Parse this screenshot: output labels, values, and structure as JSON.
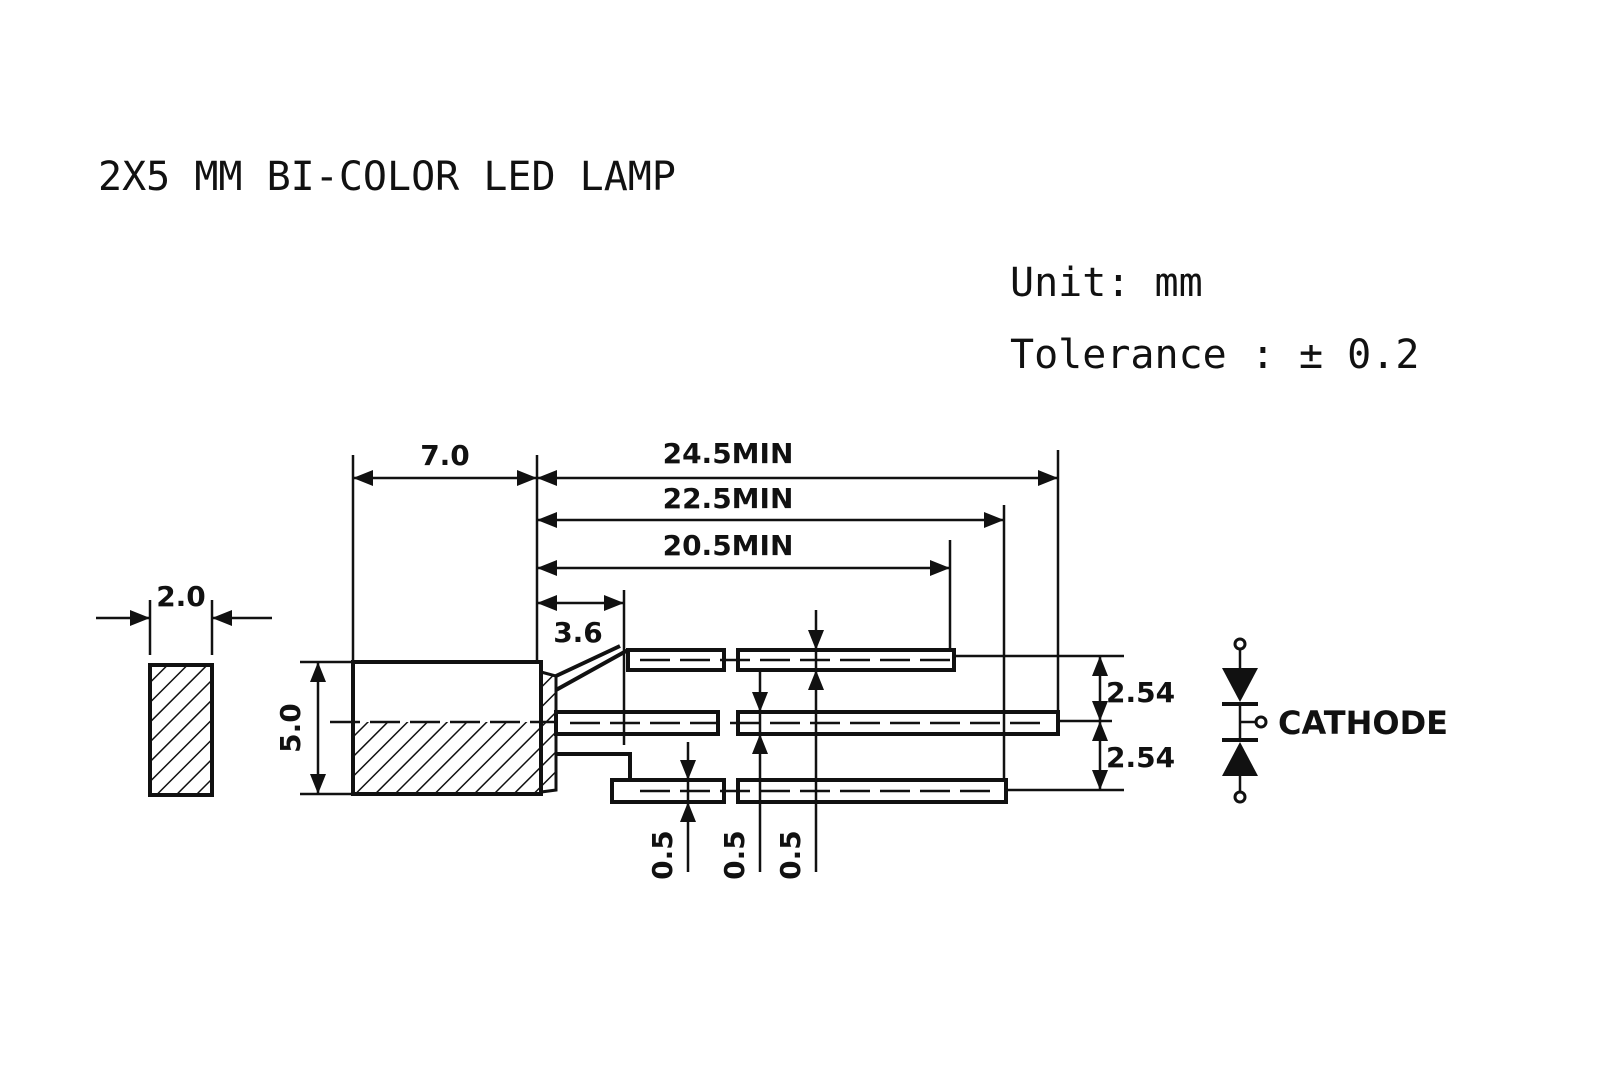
{
  "title": "2X5 MM  BI-COLOR LED LAMP",
  "notes": {
    "unit": "Unit:  mm",
    "tolerance": "Tolerance : ± 0.2"
  },
  "dimensions": {
    "side_width": "2.0",
    "body_height": "5.0",
    "body_length": "7.0",
    "lead_long": "24.5MIN",
    "lead_mid": "22.5MIN",
    "lead_short": "20.5MIN",
    "bend": "3.6",
    "pitch_top": "2.54",
    "pitch_bottom": "2.54",
    "lead_width_1": "0.5",
    "lead_width_2": "0.5",
    "lead_width_3": "0.5"
  },
  "labels": {
    "cathode": "CATHODE"
  }
}
